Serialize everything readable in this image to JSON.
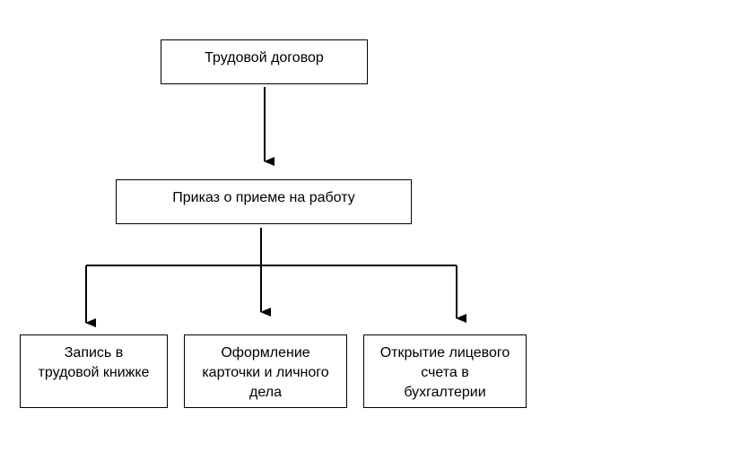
{
  "nodes": {
    "contract": {
      "lines": [
        "Трудовой договор"
      ]
    },
    "order": {
      "lines": [
        "Приказ о приеме на работу"
      ]
    },
    "labor_book": {
      "lines": [
        "Запись в",
        "трудовой книжке"
      ]
    },
    "personal_card": {
      "lines": [
        "Оформление",
        "карточки и личного",
        "дела"
      ]
    },
    "account": {
      "lines": [
        "Открытие лицевого",
        "счета в",
        "бухгалтерии"
      ]
    }
  },
  "edges": [
    {
      "from": "contract",
      "to": "order"
    },
    {
      "from": "order",
      "to": "labor_book"
    },
    {
      "from": "order",
      "to": "personal_card"
    },
    {
      "from": "order",
      "to": "account"
    }
  ],
  "colors": {
    "stroke": "#000000",
    "background": "#ffffff"
  }
}
